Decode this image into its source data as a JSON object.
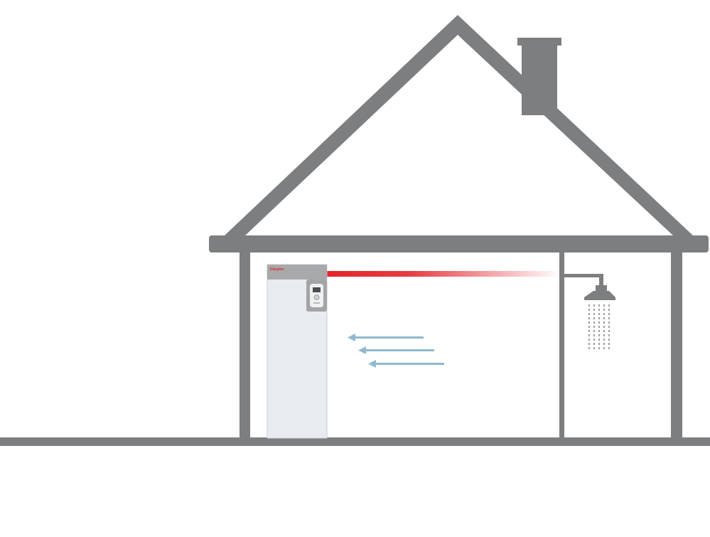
{
  "diagram": {
    "colors": {
      "structure": "#7d7e80",
      "background": "#ffffff",
      "unit_body": "#e8ebef",
      "unit_top": "#a8a9ab",
      "control_panel": "#a3a4a6",
      "control_face": "#eef0f2",
      "hot_pipe": "#e3262b",
      "cold_air_arrow": "#8fb9cf",
      "cold_water_pipe": "#7d7e80",
      "water_drops": "#7d7e80"
    },
    "unit": {
      "brand_label": "Dimplex",
      "icon": "heat-pump-water-heater-icon"
    },
    "shower": {
      "icon": "shower-head-icon"
    },
    "airflow": {
      "icon": "arrow-left-icon",
      "count": 3,
      "direction": "left"
    }
  }
}
